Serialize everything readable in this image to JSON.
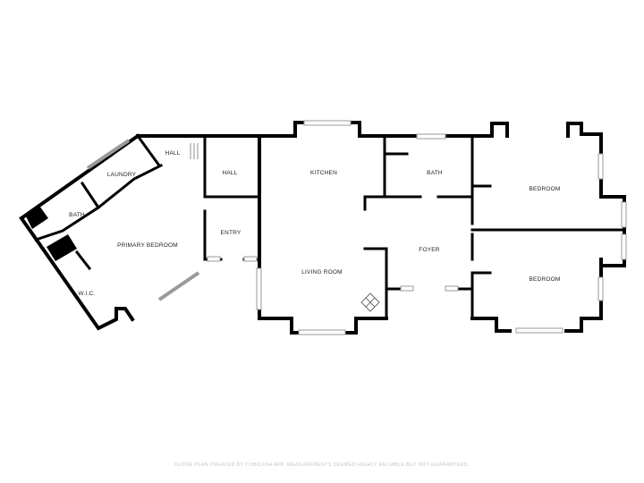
{
  "rooms": {
    "hall_top": "HALL",
    "laundry": "LAUNDRY",
    "hall": "HALL",
    "kitchen": "KITCHEN",
    "bath_center": "BATH",
    "bedroom_upper": "BEDROOM",
    "bath_left": "BATH",
    "primary_bedroom": "PRIMARY BEDROOM",
    "entry": "ENTRY",
    "foyer": "FOYER",
    "living_room": "LIVING ROOM",
    "bedroom_lower": "BEDROOM",
    "wic": "W.I.C."
  },
  "footer": "FLOOR PLAN CREATED BY CUBICASA APP. MEASUREMENTS DEEMED HIGHLY RELIABLE BUT NOT GUARANTEED.",
  "colors": {
    "wall": "#000000",
    "window": "#9a9a9a",
    "label": "#222222",
    "footer": "#c4c4c4"
  }
}
